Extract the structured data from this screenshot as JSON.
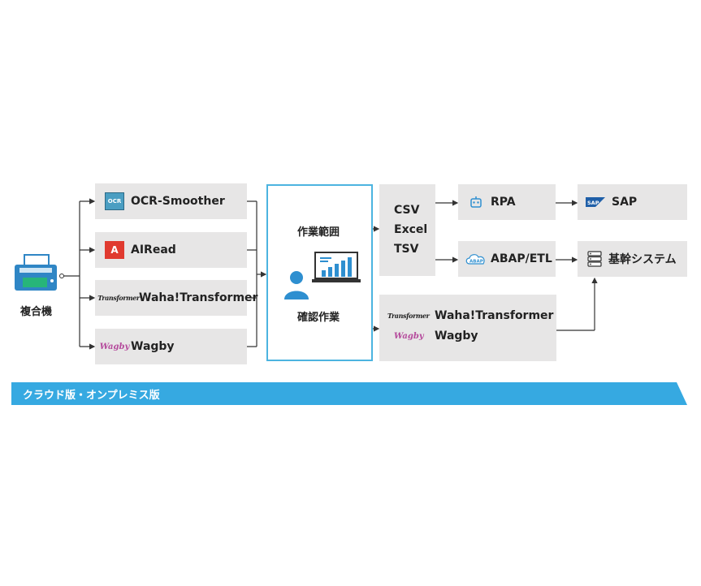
{
  "machine": {
    "label": "複合機"
  },
  "sources": [
    {
      "label": "OCR-Smoother",
      "logo_text": "OCR"
    },
    {
      "label": "AIRead",
      "logo_text": "A"
    },
    {
      "label": "Waha!Transformer",
      "logo_text": "Transformer"
    },
    {
      "label": "Wagby",
      "logo_text": "Wagby"
    }
  ],
  "center": {
    "top_label": "作業範囲",
    "bottom_label": "確認作業"
  },
  "formats": [
    "CSV",
    "Excel",
    "TSV"
  ],
  "outputs": {
    "waha": {
      "label": "Waha!Transformer",
      "logo_text": "Transformer"
    },
    "wagby": {
      "label": "Wagby",
      "logo_text": "Wagby"
    }
  },
  "destinations": {
    "rpa": "RPA",
    "abap": "ABAP/ETL",
    "abap_icon_text": "ABAP",
    "sap": "SAP",
    "sap_icon_text": "SAP",
    "core": "基幹システム"
  },
  "banner": "クラウド版・オンプレミス版",
  "colors": {
    "accent": "#36a9e1",
    "box": "#e7e6e6",
    "center_border": "#4cb4e0",
    "chart_blue": "#2e8fd0"
  }
}
